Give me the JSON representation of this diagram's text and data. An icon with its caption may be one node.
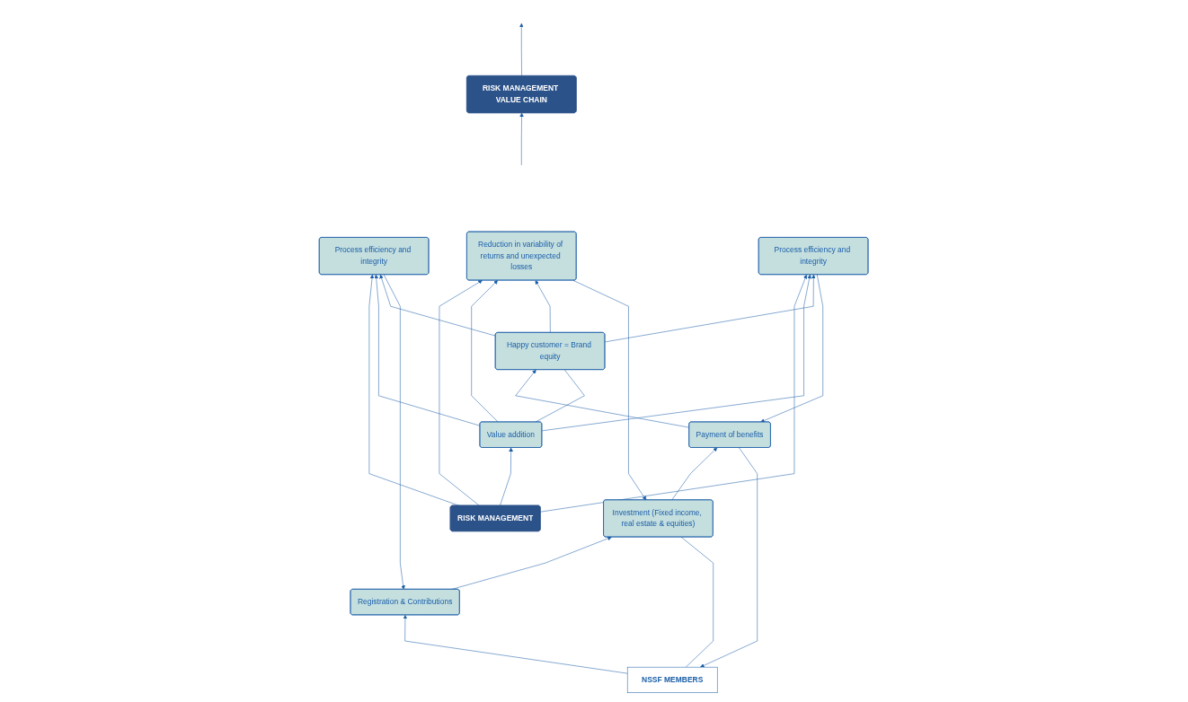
{
  "diagram": {
    "nodes": [
      {
        "text": [
          "RISK MANAGEMENT VALUE CHAIN"
        ]
      },
      {
        "text": [
          "NSSF MEMBERS"
        ]
      },
      {
        "text": [
          "Registration & Contributions"
        ]
      },
      {
        "text": [
          "Investment (Fixed income, real estate & equities)"
        ]
      },
      {
        "text": [
          "Payment of benefits"
        ]
      },
      {
        "text": [
          "Process efficiency and integrity"
        ]
      },
      {
        "text": [
          "Reduction in variability of returns and unexpected losses"
        ]
      },
      {
        "text": [
          "Process efficiency and integrity"
        ]
      },
      {
        "text": [
          "RISK MANAGEMENT"
        ]
      },
      {
        "text": [
          "Value addition"
        ]
      },
      {
        "text": [
          "Happy customer = Brand equity"
        ]
      }
    ],
    "edges": [
      {
        "from": null,
        "to": 0,
        "arrow": "to"
      },
      {
        "from": 0,
        "to": null,
        "arrow": "to"
      },
      {
        "from": 1,
        "to": 2,
        "arrow": "to"
      },
      {
        "from": 3,
        "to": 1,
        "arrow": "none"
      },
      {
        "from": 4,
        "to": 1,
        "arrow": "to"
      },
      {
        "from": 2,
        "to": 3,
        "arrow": "to"
      },
      {
        "from": 3,
        "to": 4,
        "arrow": "to"
      },
      {
        "from": 4,
        "to": 10,
        "arrow": "to"
      },
      {
        "from": 5,
        "to": 2,
        "arrow": "to"
      },
      {
        "from": 6,
        "to": 3,
        "arrow": "to"
      },
      {
        "from": 7,
        "to": 4,
        "arrow": "to"
      },
      {
        "from": 8,
        "to": 5,
        "arrow": "to"
      },
      {
        "from": 8,
        "to": 6,
        "arrow": "to"
      },
      {
        "from": 8,
        "to": 7,
        "arrow": "to"
      },
      {
        "from": 9,
        "to": 5,
        "arrow": "to"
      },
      {
        "from": 9,
        "to": 6,
        "arrow": "to"
      },
      {
        "from": 9,
        "to": 7,
        "arrow": "to"
      },
      {
        "from": 10,
        "to": 5,
        "arrow": "to"
      },
      {
        "from": 10,
        "to": 6,
        "arrow": "to"
      },
      {
        "from": 10,
        "to": 7,
        "arrow": "to"
      },
      {
        "from": 8,
        "to": 9,
        "arrow": "to"
      },
      {
        "from": 9,
        "to": 10,
        "arrow": "none"
      }
    ]
  }
}
